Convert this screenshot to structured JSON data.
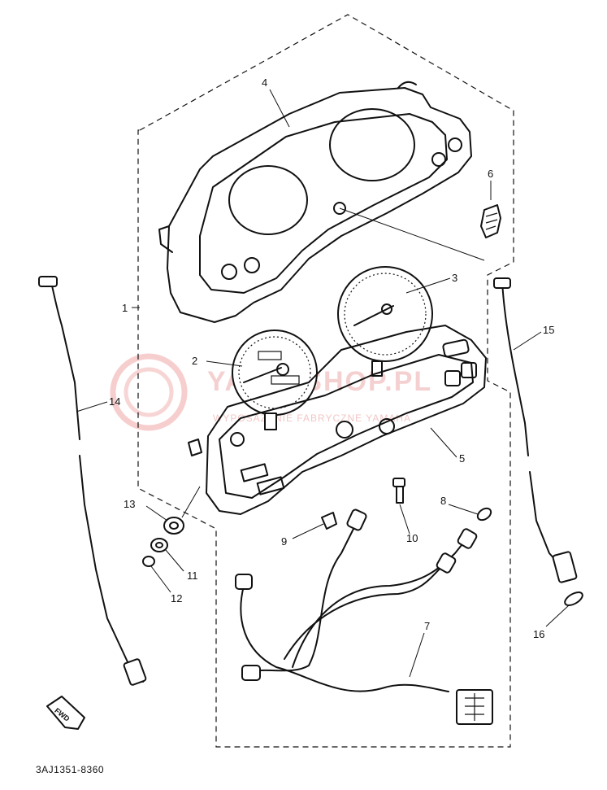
{
  "diagram": {
    "part_code": "3AJ1351-8360",
    "fwd_label": "FWD",
    "watermark": {
      "text": "YAMA-SHOP.PL",
      "subtext": "WYPOSAŻENIE FABRYCZNE YAMAHA",
      "color": "#e88a8a"
    },
    "callouts": [
      {
        "id": "1",
        "label": "1"
      },
      {
        "id": "2",
        "label": "2"
      },
      {
        "id": "3",
        "label": "3"
      },
      {
        "id": "4",
        "label": "4"
      },
      {
        "id": "5",
        "label": "5"
      },
      {
        "id": "6",
        "label": "6"
      },
      {
        "id": "7",
        "label": "7"
      },
      {
        "id": "8",
        "label": "8"
      },
      {
        "id": "9",
        "label": "9"
      },
      {
        "id": "10",
        "label": "10"
      },
      {
        "id": "11",
        "label": "11"
      },
      {
        "id": "12",
        "label": "12"
      },
      {
        "id": "13",
        "label": "13"
      },
      {
        "id": "14",
        "label": "14"
      },
      {
        "id": "15",
        "label": "15"
      },
      {
        "id": "16",
        "label": "16"
      }
    ]
  }
}
